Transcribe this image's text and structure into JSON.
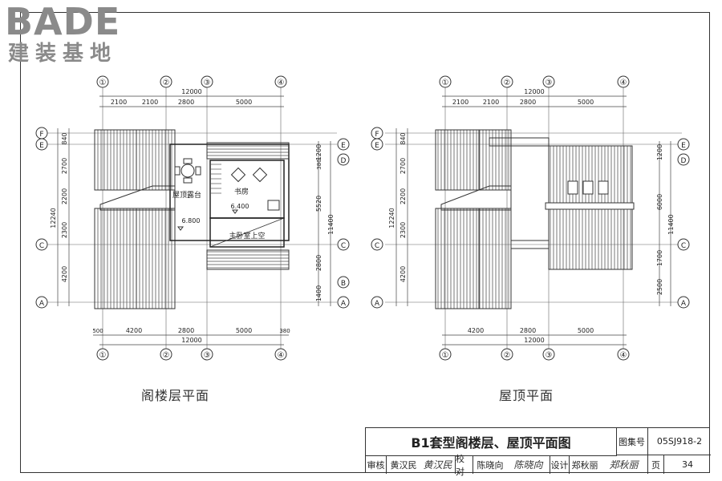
{
  "brand": {
    "logo_word": "BADE",
    "logo_sub": "建装基地"
  },
  "left_plan": {
    "caption": "阁楼层平面",
    "axes_top": [
      "①",
      "②",
      "③",
      "④"
    ],
    "axes_bottom": [
      "①",
      "②",
      "③",
      "④"
    ],
    "axes_left": [
      "F",
      "E",
      "C",
      "A"
    ],
    "axes_right": [
      "E",
      "D",
      "C",
      "B",
      "A"
    ],
    "dims_top_total": "12000",
    "dims_top": [
      "2100",
      "2100",
      "2800",
      "5000"
    ],
    "dims_bottom": [
      "500",
      "4200",
      "2800",
      "5000",
      "380"
    ],
    "dims_bottom_total": "12000",
    "dims_left": [
      "840",
      "2700",
      "2200",
      "2300",
      "4200"
    ],
    "dims_left_total": "12240",
    "dims_right": [
      "1200",
      "380",
      "5520",
      "2800",
      "1400"
    ],
    "dims_right_total": "11400",
    "rooms": {
      "terrace": "屋顶露台",
      "study": "书房",
      "void": "主卧室上空",
      "elev_1": "6.800",
      "elev_2": "6.400"
    }
  },
  "right_plan": {
    "caption": "屋顶平面",
    "axes_top": [
      "①",
      "②",
      "③",
      "④"
    ],
    "axes_bottom": [
      "①",
      "②",
      "③",
      "④"
    ],
    "axes_left": [
      "F",
      "E",
      "C",
      "A"
    ],
    "axes_right": [
      "E",
      "D",
      "C",
      "A"
    ],
    "dims_top_total": "12000",
    "dims_top": [
      "2100",
      "2100",
      "2800",
      "5000"
    ],
    "dims_bottom": [
      "4200",
      "2800",
      "5000"
    ],
    "dims_bottom_total": "12000",
    "dims_left": [
      "840",
      "2700",
      "2200",
      "2300",
      "4200"
    ],
    "dims_left_total": "12240",
    "dims_right": [
      "1200",
      "6000",
      "1700",
      "2500"
    ],
    "dims_right_total": "11400"
  },
  "title_block": {
    "title": "B1套型阁楼层、屋顶平面图",
    "atlas_label": "图集号",
    "atlas_no": "05SJ918-2",
    "review_label": "审核",
    "reviewer": "黄汉民",
    "reviewer_sig": "黄汉民",
    "check_label": "校对",
    "checker": "陈晓向",
    "checker_sig": "陈晓向",
    "design_label": "设计",
    "designer": "郑秋丽",
    "designer_sig": "郑秋丽",
    "page_label": "页",
    "page_no": "34"
  }
}
